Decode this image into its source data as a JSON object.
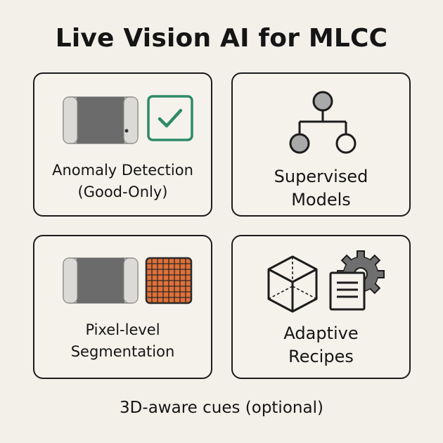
{
  "title": "Live Vision AI for MLCC",
  "cards": [
    {
      "lines": [
        "Anomaly Detection",
        "(Good-Only)"
      ],
      "icons": [
        "mlcc-chip-icon",
        "checkmark-icon"
      ]
    },
    {
      "lines": [
        "Supervised",
        "Models"
      ],
      "icons": [
        "tree-hierarchy-icon"
      ]
    },
    {
      "lines": [
        "Pixel-level",
        "Segmentation"
      ],
      "icons": [
        "mlcc-chip-icon",
        "segmentation-grid-icon"
      ]
    },
    {
      "lines": [
        "Adaptive",
        "Recipes"
      ],
      "icons": [
        "cube-3d-icon",
        "gear-document-icon"
      ]
    }
  ],
  "footer": "3D-aware cues (optional)",
  "colors": {
    "check_green": "#2f8a67",
    "grid_orange": "#e07038",
    "chip_gray": "#6a6a6a"
  }
}
